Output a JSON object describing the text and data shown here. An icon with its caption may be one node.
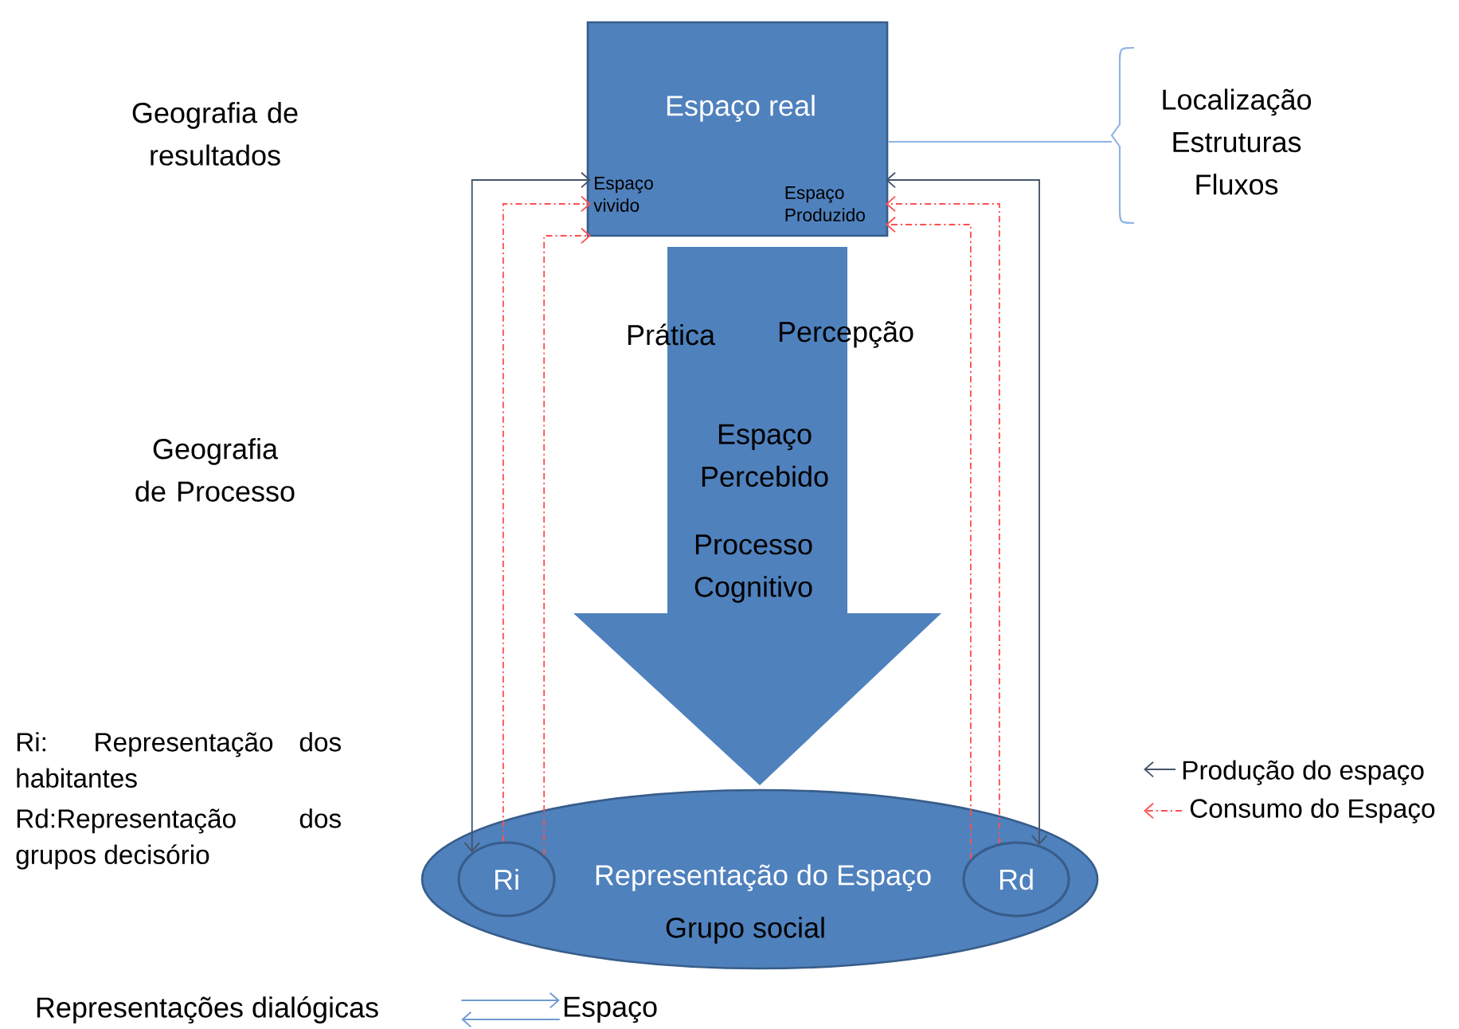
{
  "diagram": {
    "nodes": [
      {
        "text": [
          "Espaço real"
        ]
      },
      {
        "text": [
          "Espaço vivido"
        ],
        "in": 0
      },
      {
        "text": [
          "Espaço Produzido"
        ],
        "in": 0
      },
      {
        "text": [
          "Prática",
          "Percepção",
          "Espaço Percebido",
          "Processo Cognitivo"
        ]
      },
      {
        "text": [
          "Representação do Espaço",
          "Grupo social"
        ]
      },
      {
        "text": [
          "Ri"
        ],
        "in": 4
      },
      {
        "text": [
          "Rd"
        ],
        "in": 4
      },
      {
        "text": [
          "Localização Estruturas Fluxos"
        ]
      },
      {
        "text": [
          "Representações dialógicas"
        ]
      },
      {
        "text": [
          "Espaço"
        ]
      }
    ],
    "edges": [
      {
        "from": 5,
        "to": 1,
        "arrow": "both",
        "color": "#44546a"
      },
      {
        "from": 5,
        "to": 1,
        "arrow": "to",
        "style": "dashed",
        "color": "#ff5050"
      },
      {
        "from": 5,
        "to": 1,
        "arrow": "to",
        "style": "dashed",
        "color": "#ff5050"
      },
      {
        "from": 6,
        "to": 2,
        "arrow": "both",
        "color": "#44546a"
      },
      {
        "from": 6,
        "to": 2,
        "arrow": "to",
        "style": "dashed",
        "color": "#ff5050"
      },
      {
        "from": 6,
        "to": 2,
        "arrow": "to",
        "style": "dashed",
        "color": "#ff5050"
      },
      {
        "from": 0,
        "to": 7,
        "arrow": "none",
        "color": "#8eb4e3"
      },
      {
        "from": 8,
        "to": 9,
        "arrow": "to",
        "color": "#6f9bd1"
      },
      {
        "from": 9,
        "to": 8,
        "arrow": "to",
        "color": "#6f9bd1"
      }
    ],
    "labels": [
      "Geografia de resultados",
      "Geografia de Processo",
      "Ri: Representação dos habitantes",
      "Rd:Representação dos grupos decisório"
    ],
    "legend": [
      {
        "text": "Produção do espaço"
      },
      {
        "text": "Consumo do Espaço"
      }
    ]
  }
}
